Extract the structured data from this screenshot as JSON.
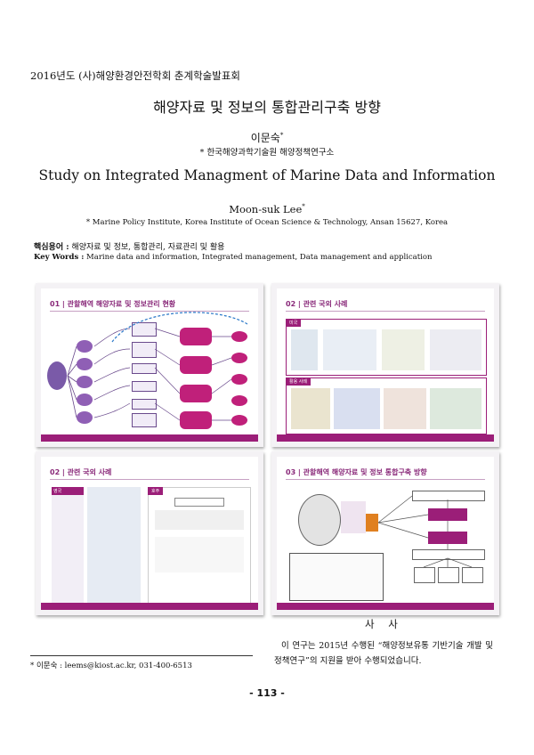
{
  "header": {
    "conference": "2016년도 (사)해양환경안전학회 춘계학술발표회"
  },
  "title_ko": "해양자료 및 정보의 통합관리구축 방향",
  "author_ko": "이문숙",
  "author_mark": "*",
  "affil_ko": "* 한국해양과학기술원 해양정책연구소",
  "title_en": "Study on Integrated Managment of Marine Data and Information",
  "author_en": "Moon-suk Lee",
  "affil_en": "* Marine Policy Institute, Korea Institute of Ocean Science & Technology, Ansan 15627, Korea",
  "keywords": {
    "ko_label": "핵심용어 :",
    "ko_text": "해양자료 및 정보, 통합관리, 자료관리 및 활용",
    "en_label": "Key Words :",
    "en_text": "Marine data and information, Integrated management, Data management and application"
  },
  "slides": [
    {
      "title": "01 | 관할해역 해양자료 및 정보관리 현황"
    },
    {
      "title": "02 | 관련 국외 사례",
      "labels": [
        "미국",
        "활용 사례"
      ]
    },
    {
      "title": "02 | 관련 국외 사례",
      "labels": [
        "영국",
        "호주"
      ]
    },
    {
      "title": "03 | 관할해역 해양자료 및 정보 통합구축 방향"
    }
  ],
  "acknowledgement": {
    "title": "사 사",
    "body": "이 연구는 2015년 수행된 “해양정보유통 기반기술 개발 및 정책연구”의 지원을 받아 수행되었습니다."
  },
  "footnote": "* 이문숙 : leems@kiost.ac.kr, 031-400-6513",
  "page_number": "- 113 -"
}
